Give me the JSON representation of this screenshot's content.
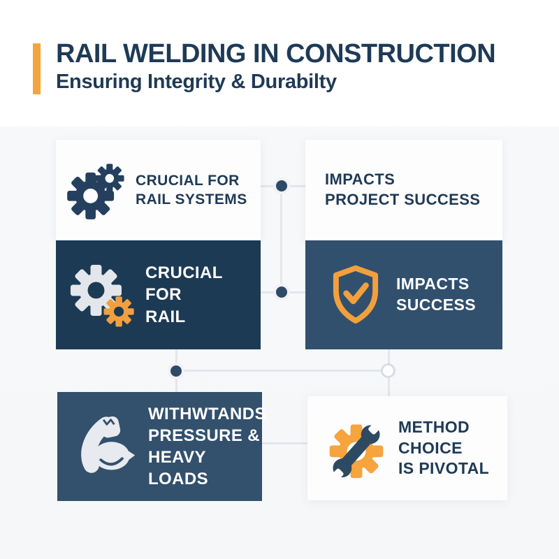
{
  "page": {
    "title": "RAIL WELDING IN CONSTRUCTION",
    "subtitle": "Ensuring Integrity & Durabilty"
  },
  "cards": [
    {
      "name": "crucial-for-rail-systems",
      "style": "light",
      "icon": "double-gears-icon",
      "lines": [
        "CRUCIAL FOR",
        "RAIL SYSTEMS"
      ]
    },
    {
      "name": "impacts-project-success",
      "style": "light",
      "icon": "none",
      "lines": [
        "IMPACTS",
        "PROJECT SUCCESS"
      ]
    },
    {
      "name": "crucial-for-rail",
      "style": "dark-navy",
      "icon": "double-gears-icon",
      "lines": [
        "CRUCIAL FOR",
        "RAIL"
      ]
    },
    {
      "name": "impacts-success",
      "style": "steel-blue",
      "icon": "shield-check-icon",
      "lines": [
        "IMPACTS",
        "SUCCESS"
      ]
    },
    {
      "name": "withstands-loads",
      "style": "steel-blue",
      "icon": "flexed-arm-icon",
      "lines": [
        "WITHWTANDS",
        "PRESSURE &",
        "HEAVY LOADS"
      ]
    },
    {
      "name": "method-choice",
      "style": "light",
      "icon": "wrench-gear-icon",
      "lines": [
        "METHOD CHOICE",
        "IS PIVOTAL"
      ]
    }
  ],
  "colors": {
    "accent_orange": "#F6A43D",
    "icon_orange": "#F2A03D",
    "navy_text": "#1E3A56",
    "card_dark_navy": "#1D3A55",
    "card_steel_blue": "#31506E",
    "card_light": "#FDFDFE",
    "connector_line": "#E3E6EA",
    "connector_dot": "#2E4A66"
  }
}
